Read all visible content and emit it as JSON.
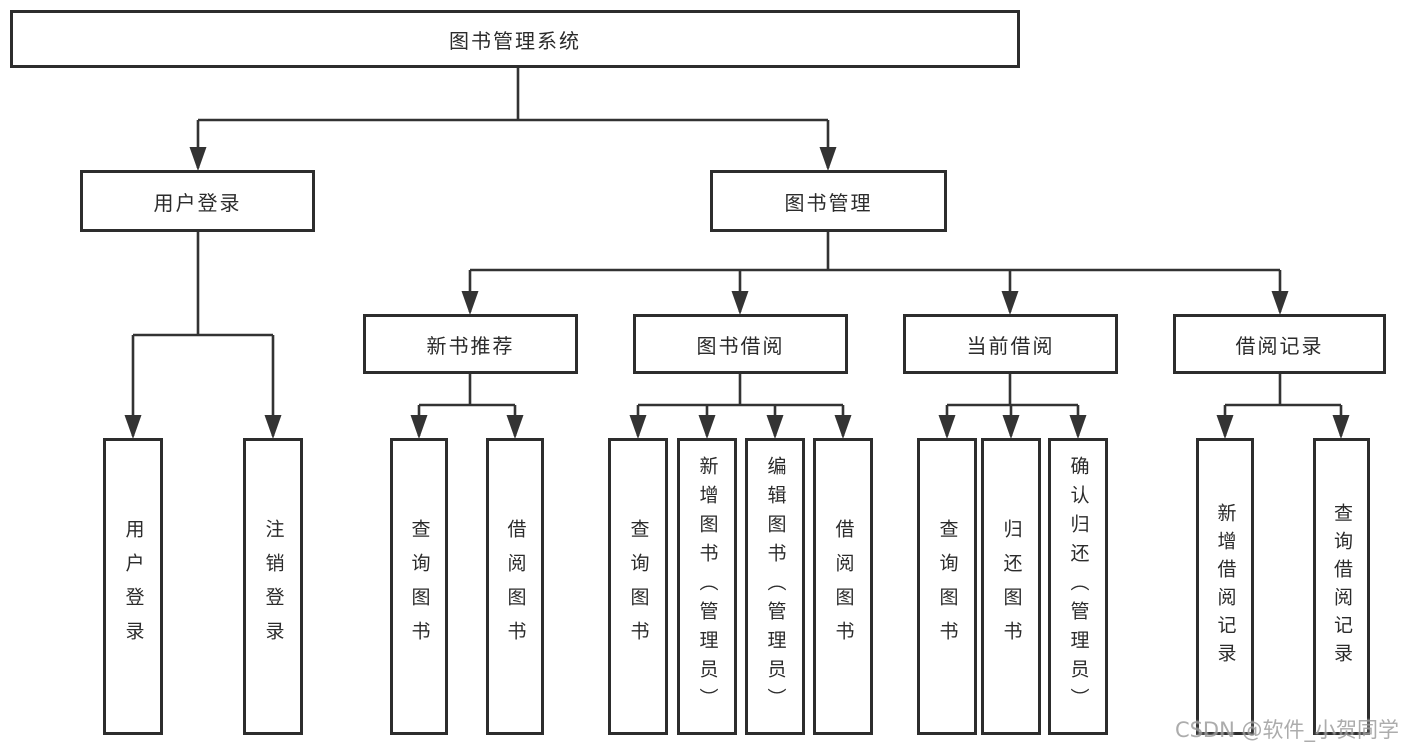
{
  "tree": {
    "label": "图书管理系统",
    "children": [
      {
        "label": "用户登录",
        "children": [
          {
            "label": "用户登录"
          },
          {
            "label": "注销登录"
          }
        ]
      },
      {
        "label": "图书管理",
        "children": [
          {
            "label": "新书推荐",
            "children": [
              {
                "label": "查询图书"
              },
              {
                "label": "借阅图书"
              }
            ]
          },
          {
            "label": "图书借阅",
            "children": [
              {
                "label": "查询图书"
              },
              {
                "label": "新增图书（管理员）"
              },
              {
                "label": "编辑图书（管理员）"
              },
              {
                "label": "借阅图书"
              }
            ]
          },
          {
            "label": "当前借阅",
            "children": [
              {
                "label": "查询图书"
              },
              {
                "label": "归还图书"
              },
              {
                "label": "确认归还（管理员）"
              }
            ]
          },
          {
            "label": "借阅记录",
            "children": [
              {
                "label": "新增借阅记录"
              },
              {
                "label": "查询借阅记录"
              }
            ]
          }
        ]
      }
    ]
  },
  "watermark": {
    "text": "CSDN @软件_小贺同学"
  },
  "colors": {
    "line": "#333333",
    "box_border": "#2d2d2d",
    "text": "#2b2b2b",
    "watermark": "#9e9e9e",
    "background": "#ffffff"
  }
}
